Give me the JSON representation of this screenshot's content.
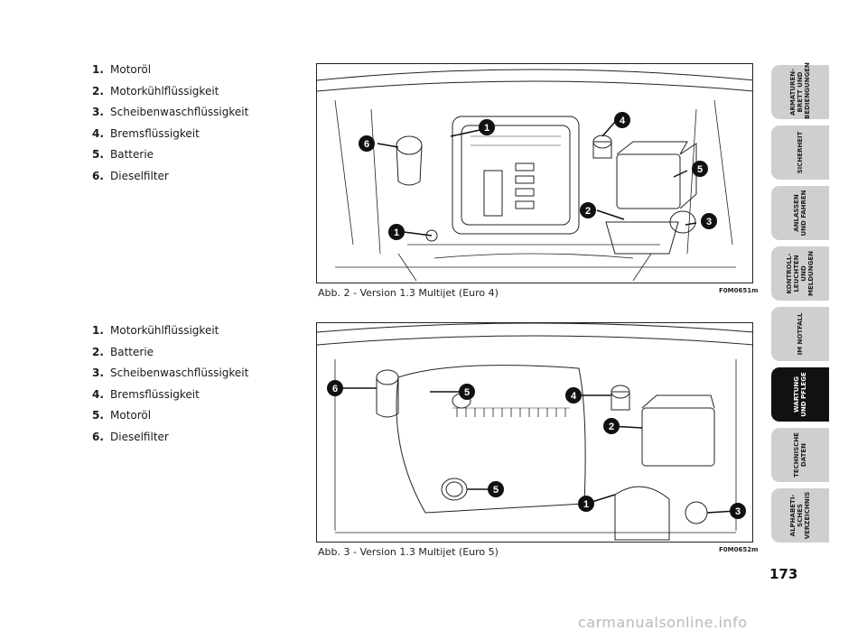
{
  "section1": {
    "items": [
      {
        "num": "1.",
        "text": "Motoröl"
      },
      {
        "num": "2.",
        "text": "Motorkühlflüssigkeit"
      },
      {
        "num": "3.",
        "text": "Scheibenwaschflüssigkeit"
      },
      {
        "num": "4.",
        "text": "Bremsflüssigkeit"
      },
      {
        "num": "5.",
        "text": "Batterie"
      },
      {
        "num": "6.",
        "text": "Dieselfilter"
      }
    ],
    "caption": "Abb. 2 - Version 1.3 Multijet (Euro 4)",
    "code": "F0M0651m",
    "callouts": [
      "1",
      "6",
      "4",
      "5",
      "2",
      "3",
      "1"
    ]
  },
  "section2": {
    "items": [
      {
        "num": "1.",
        "text": "Motorkühlflüssigkeit"
      },
      {
        "num": "2.",
        "text": "Batterie"
      },
      {
        "num": "3.",
        "text": "Scheibenwaschflüssigkeit"
      },
      {
        "num": "4.",
        "text": "Bremsflüssigkeit"
      },
      {
        "num": "5.",
        "text": "Motoröl"
      },
      {
        "num": "6.",
        "text": "Dieselfilter"
      }
    ],
    "caption": "Abb. 3 - Version 1.3 Multijet (Euro 5)",
    "code": "F0M0652m",
    "callouts": [
      "6",
      "5",
      "4",
      "2",
      "5",
      "1",
      "3"
    ]
  },
  "tabs": [
    {
      "label": "ARMATUREN-\nBRETT UND\nBEDIENGUNGEN",
      "active": false
    },
    {
      "label": "SICHERHEIT",
      "active": false
    },
    {
      "label": "ANLASSEN\nUND FAHREN",
      "active": false
    },
    {
      "label": "KONTROLL-\nLEUCHTEN UND\nMELDUNGEN",
      "active": false
    },
    {
      "label": "IM NOTFALL",
      "active": false
    },
    {
      "label": "WARTUNG\nUND PFLEGE",
      "active": true
    },
    {
      "label": "TECHNISCHE\nDATEN",
      "active": false
    },
    {
      "label": "ALPHABETI-\nSCHES\nVERZEICHNIS",
      "active": false
    }
  ],
  "page_number": "173",
  "watermark": "carmanualsonline.info"
}
